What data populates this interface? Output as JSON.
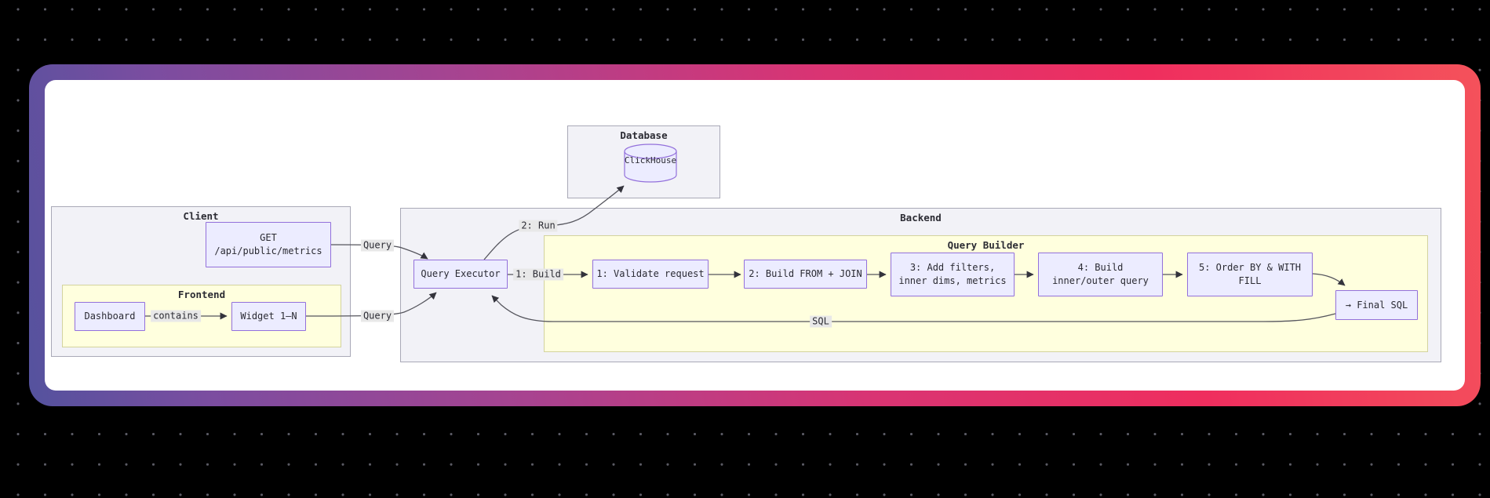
{
  "colors": {
    "bg": "#000000",
    "dot": "#5a5a64",
    "card_g0": "#54529e",
    "card_g1": "#7b4da0",
    "card_g2": "#a84390",
    "card_g3": "#d93473",
    "card_g4": "#ef2e5e",
    "card_g5": "#f4525b",
    "panel": "#ffffff",
    "node_fill": "#ececff",
    "node_stroke": "#9370db",
    "cluster_fill": "#f2f2f7",
    "cluster_stroke": "#a9a9b7",
    "yellow_fill": "#ffffde",
    "yellow_stroke": "#d3d39e",
    "edge": "#55555d",
    "arrow": "#33333c",
    "label_bg": "#e8e8e8",
    "text": "#2b2b33"
  },
  "diagram": {
    "clusters": {
      "database": {
        "label": "Database"
      },
      "client": {
        "label": "Client"
      },
      "frontend": {
        "label": "Frontend"
      },
      "backend": {
        "label": "Backend"
      },
      "query_builder": {
        "label": "Query Builder"
      }
    },
    "nodes": {
      "clickhouse": {
        "label": "ClickHouse"
      },
      "get_endpoint": {
        "lines": [
          "GET",
          "/api/public/metrics"
        ]
      },
      "dashboard": {
        "label": "Dashboard"
      },
      "widget": {
        "label": "Widget 1–N"
      },
      "query_executor": {
        "label": "Query Executor"
      },
      "step1": {
        "label": "1: Validate request"
      },
      "step2": {
        "label": "2: Build FROM + JOIN"
      },
      "step3": {
        "lines": [
          "3: Add filters,",
          "inner dims, metrics"
        ]
      },
      "step4": {
        "lines": [
          "4: Build",
          "inner/outer query"
        ]
      },
      "step5": {
        "lines": [
          "5: Order BY & WITH",
          "FILL"
        ]
      },
      "final_sql": {
        "label": "→ Final SQL"
      }
    },
    "edge_labels": {
      "query_top": "Query",
      "query_bottom": "Query",
      "contains": "contains",
      "build": "1: Build",
      "run": "2: Run",
      "sql": "SQL"
    }
  }
}
